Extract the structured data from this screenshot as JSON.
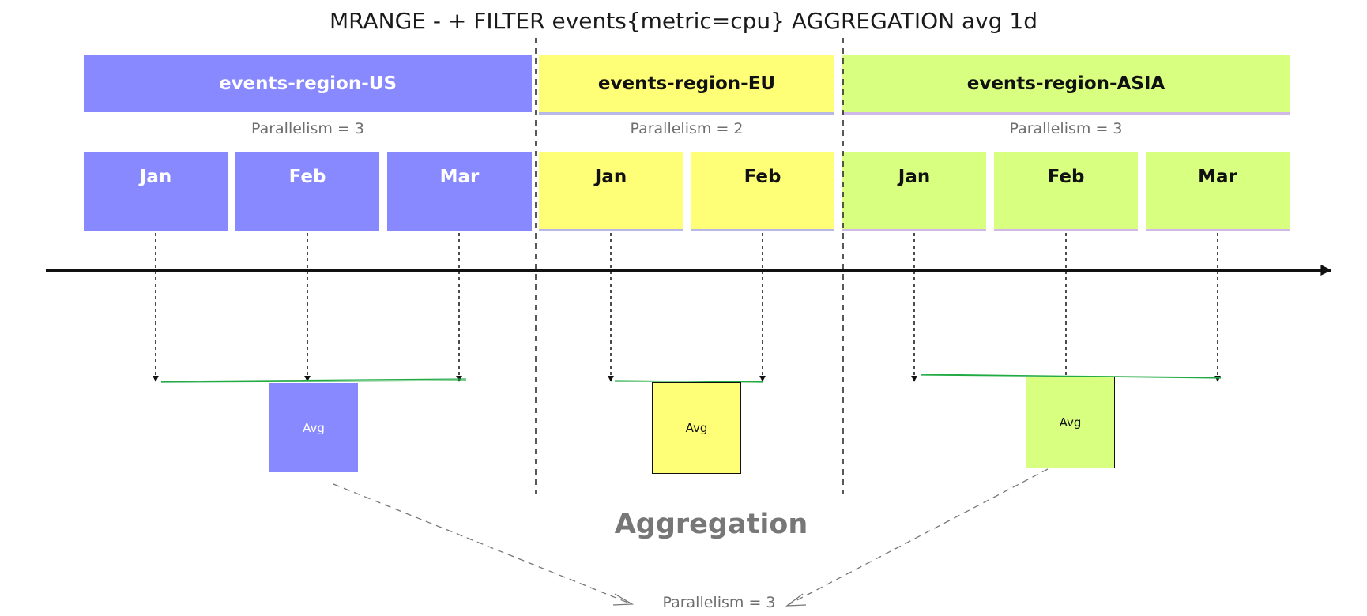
{
  "title": "MRANGE - + FILTER events{metric=cpu} AGGREGATION avg 1d",
  "colors": {
    "us": "#8888ff",
    "eu": "#ffff77",
    "asia": "#d9ff80",
    "axis": "#111111",
    "connector": "#22aa44"
  },
  "regions": [
    {
      "label": "events-region-US",
      "parallelism": "Parallelism = 3",
      "months": [
        "Jan",
        "Feb",
        "Mar"
      ],
      "avg": "Avg"
    },
    {
      "label": "events-region-EU",
      "parallelism": "Parallelism = 2",
      "months": [
        "Jan",
        "Feb"
      ],
      "avg": "Avg"
    },
    {
      "label": "events-region-ASIA",
      "parallelism": "Parallelism = 3",
      "months": [
        "Jan",
        "Feb",
        "Mar"
      ],
      "avg": "Avg"
    }
  ],
  "aggregation": {
    "label": "Aggregation",
    "parallelism": "Parallelism = 3"
  }
}
